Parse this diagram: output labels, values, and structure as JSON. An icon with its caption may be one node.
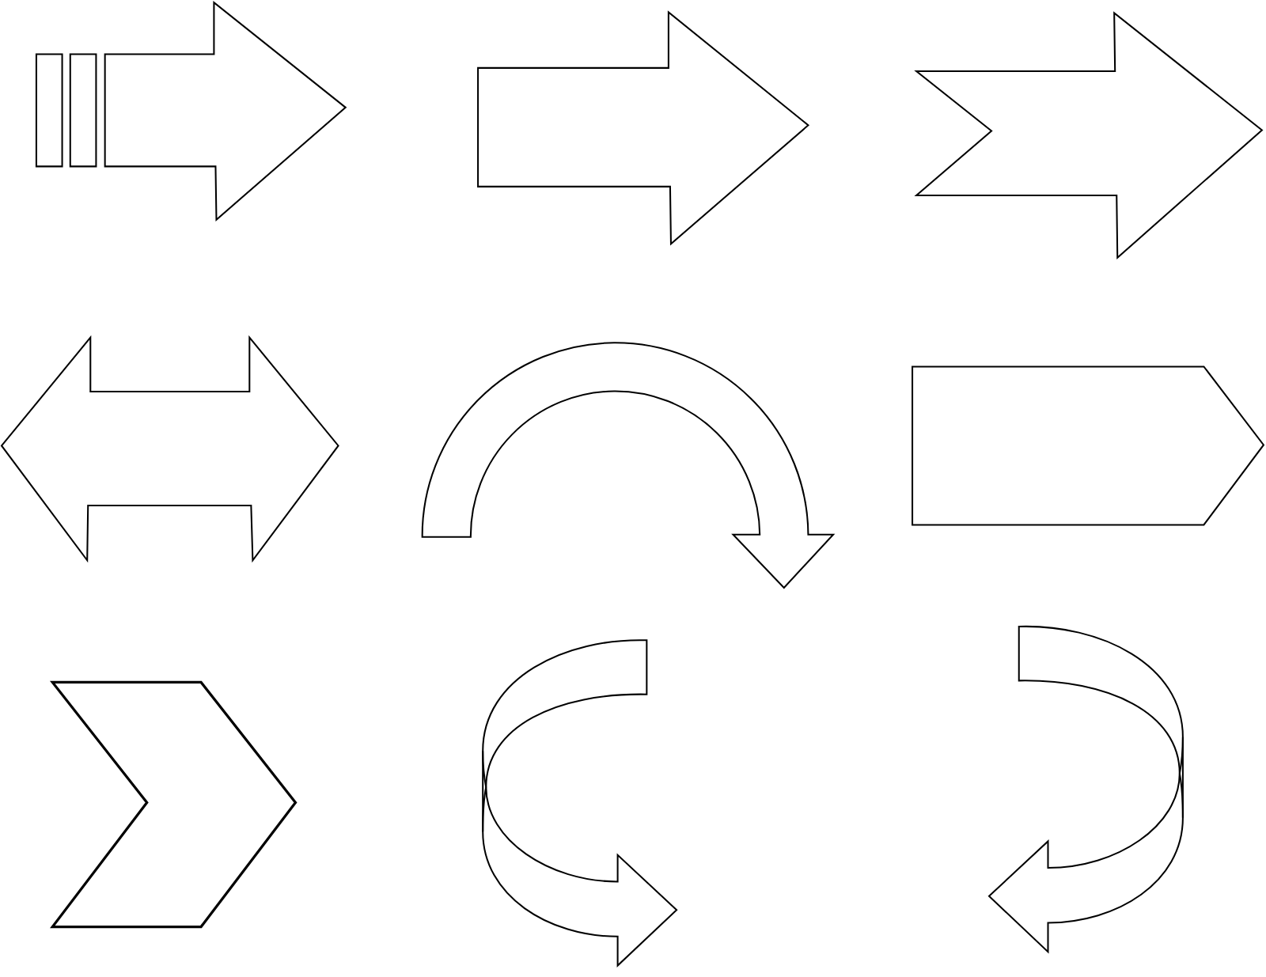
{
  "diagram": {
    "nodes": [
      {
        "text": [],
        "shape": "arrow"
      },
      {
        "text": [],
        "shape": "arrow"
      },
      {
        "text": [],
        "shape": "arrow"
      },
      {
        "text": [],
        "shape": "arrow"
      },
      {
        "text": [],
        "shape": "arrow"
      },
      {
        "text": [],
        "shape": "arrow"
      },
      {
        "text": [],
        "shape": "chevron"
      },
      {
        "text": [],
        "shape": "arrow"
      },
      {
        "text": [],
        "shape": "arrow"
      }
    ]
  }
}
